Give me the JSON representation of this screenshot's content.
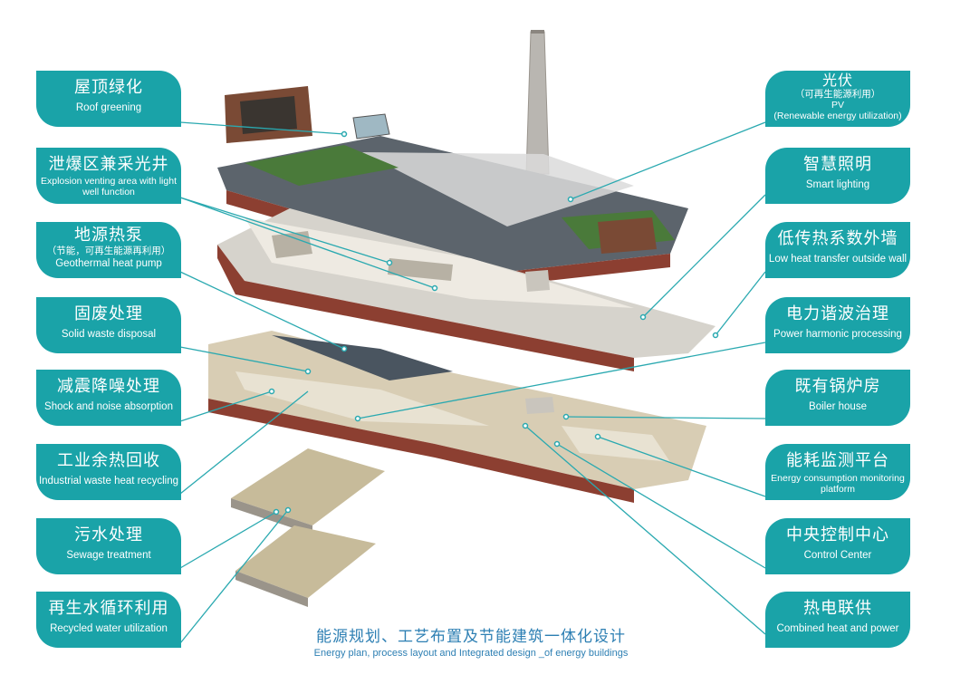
{
  "left_labels": [
    {
      "cn": "屋顶绿化",
      "en": "Roof greening"
    },
    {
      "cn": "泄爆区兼采光井",
      "en": "Explosion venting area with light well function"
    },
    {
      "cn": "地源热泵",
      "sub": "（节能，可再生能源再利用）",
      "en": "Geothermal heat pump"
    },
    {
      "cn": "固废处理",
      "en": "Solid waste disposal"
    },
    {
      "cn": "减震降噪处理",
      "en": "Shock and noise absorption"
    },
    {
      "cn": "工业余热回收",
      "en": "Industrial waste heat recycling"
    },
    {
      "cn": "污水处理",
      "en": "Sewage treatment"
    },
    {
      "cn": "再生水循环利用",
      "en": "Recycled water utilization"
    }
  ],
  "right_labels": [
    {
      "cn": "光伏",
      "sub": "（可再生能源利用）",
      "en": "PV",
      "en2": "(Renewable energy utilization)"
    },
    {
      "cn": "智慧照明",
      "en": "Smart lighting"
    },
    {
      "cn": "低传热系数外墙",
      "en": "Low heat transfer outside wall"
    },
    {
      "cn": "电力谐波治理",
      "en": "Power harmonic processing"
    },
    {
      "cn": "既有锅炉房",
      "en": "Boiler house"
    },
    {
      "cn": "能耗监测平台",
      "en": "Energy consumption monitoring platform"
    },
    {
      "cn": "中央控制中心",
      "en": "Control Center"
    },
    {
      "cn": "热电联供",
      "en": "Combined heat and power"
    }
  ],
  "caption": {
    "cn": "能源规划、工艺布置及节能建筑一体化设计",
    "en": "Energy plan, process layout and Integrated design _of energy buildings"
  },
  "colors": {
    "label_bg": "#1aa3a8",
    "leader_line": "#2aa9b0",
    "roof": "#6f7780",
    "brick": "#8c3f31",
    "floor": "#d8cdb4",
    "caption": "#2d7fb3"
  }
}
